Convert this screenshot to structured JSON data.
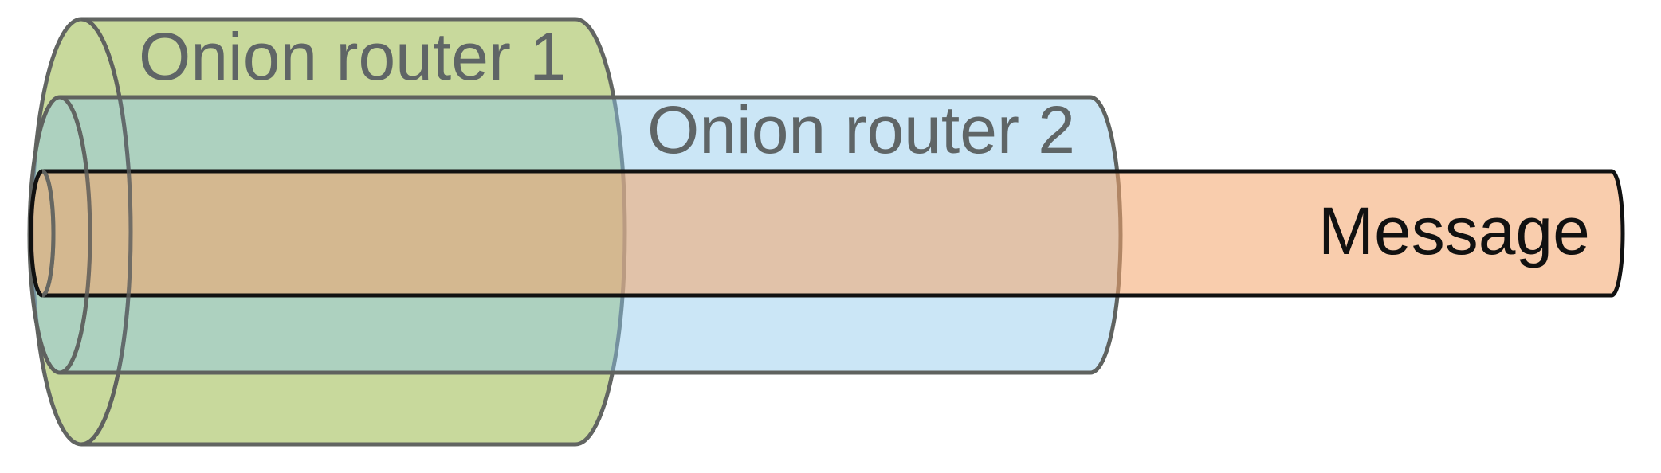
{
  "diagram": {
    "layers": [
      {
        "id": "onion-router-1",
        "label": "Onion router 1",
        "fill": "#c7d99b",
        "stroke": "#5f625f",
        "label_color": "#5f6566"
      },
      {
        "id": "onion-router-2",
        "label": "Onion router 2",
        "fill": "#c8e0f3",
        "stroke": "#5f625f",
        "label_color": "#5f6566"
      },
      {
        "id": "message",
        "label": "Message",
        "fill": "#f7c9a6",
        "stroke": "#111111",
        "label_color": "#111111"
      }
    ]
  }
}
